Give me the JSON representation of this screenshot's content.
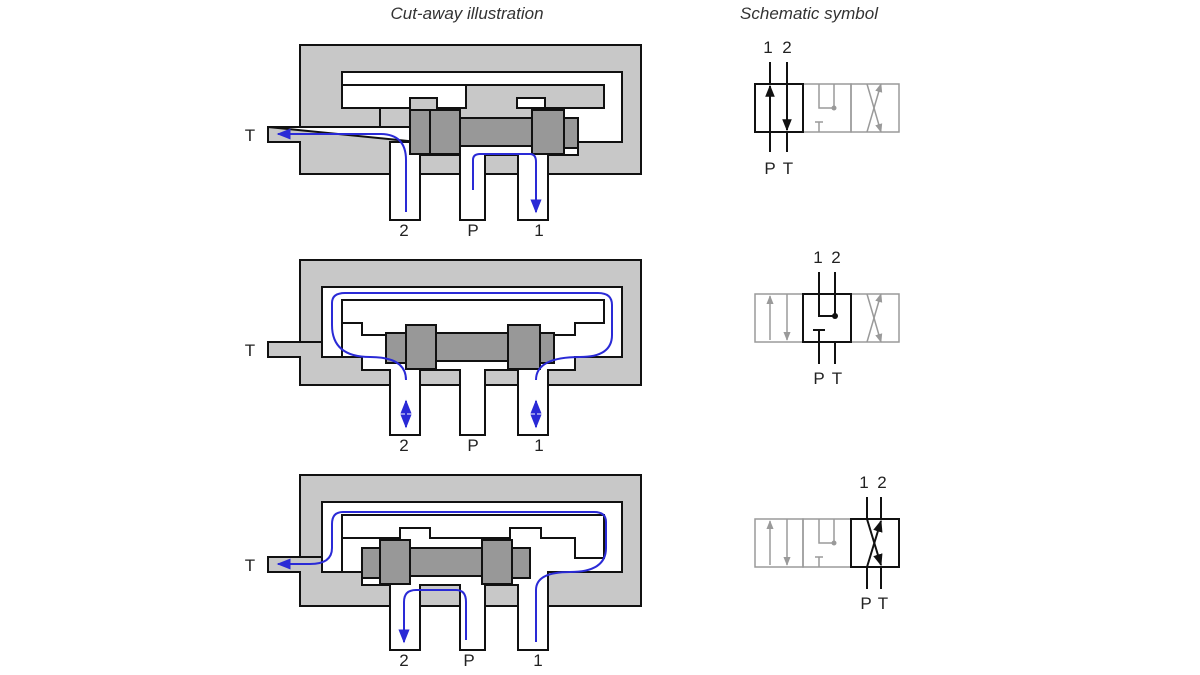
{
  "headers": {
    "cutaway": "Cut-away illustration",
    "schematic": "Schematic symbol"
  },
  "port_labels": {
    "tank": "T",
    "port_2": "2",
    "pressure": "P",
    "port_1": "1"
  },
  "schematic_labels": {
    "top_1": "1",
    "top_2": "2",
    "bottom_p": "P",
    "bottom_t": "T"
  },
  "colors": {
    "body_fill": "#c8c8c8",
    "spool_fill": "#989898",
    "flow_arrow": "#2a2ad6",
    "line": "#111111",
    "inactive_envelope": "#9a9a9a"
  },
  "rows": [
    {
      "id": "position-1",
      "active_envelope": 0
    },
    {
      "id": "position-2",
      "active_envelope": 1
    },
    {
      "id": "position-3",
      "active_envelope": 2
    }
  ]
}
